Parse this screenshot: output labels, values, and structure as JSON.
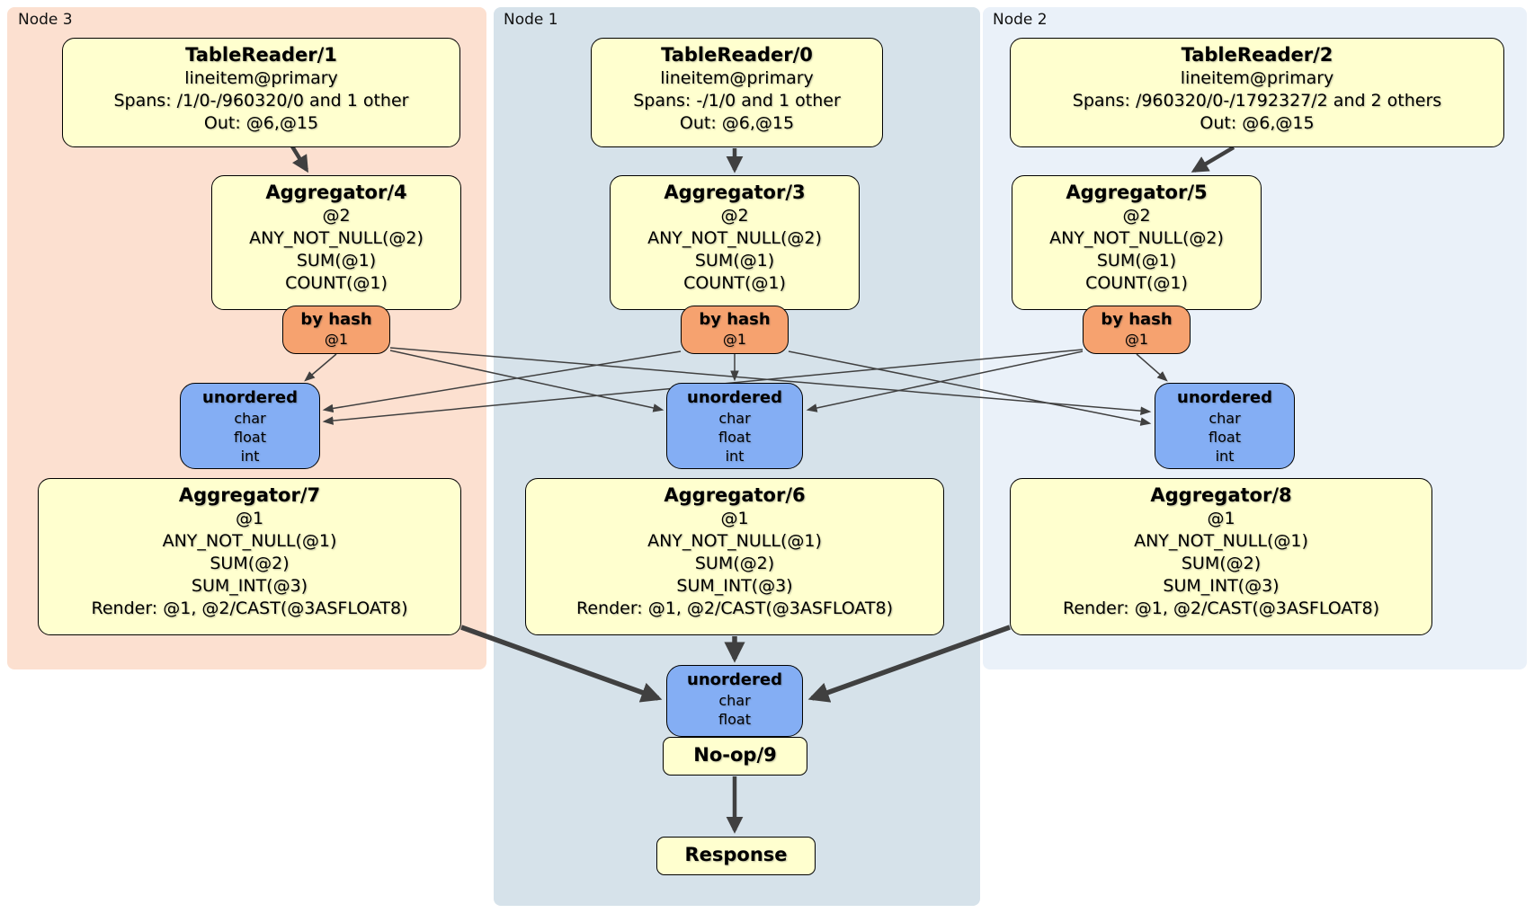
{
  "colors": {
    "node3_bg": "#fce0d0",
    "node1_bg": "#d6e2ea",
    "node2_bg": "#eaf1f9",
    "box_yellow": "#ffffcf",
    "router_orange": "#f6a26f",
    "sync_blue": "#84aef4",
    "edge": "#404040"
  },
  "node3": {
    "label": "Node 3",
    "table_reader": {
      "title": "TableReader/1",
      "index": "lineitem@primary",
      "spans": "Spans: /1/0-/960320/0 and 1 other",
      "out": "Out: @6,@15"
    },
    "aggregator_top": {
      "title": "Aggregator/4",
      "lines": [
        "@2",
        "ANY_NOT_NULL(@2)",
        "SUM(@1)",
        "COUNT(@1)"
      ]
    },
    "router": {
      "title": "by hash",
      "detail": "@1"
    },
    "sync": {
      "title": "unordered",
      "lines": [
        "char",
        "float",
        "int"
      ]
    },
    "aggregator_bottom": {
      "title": "Aggregator/7",
      "lines": [
        "@1",
        "ANY_NOT_NULL(@1)",
        "SUM(@2)",
        "SUM_INT(@3)",
        "Render: @1, @2/CAST(@3ASFLOAT8)"
      ]
    }
  },
  "node1": {
    "label": "Node 1",
    "table_reader": {
      "title": "TableReader/0",
      "index": "lineitem@primary",
      "spans": "Spans: -/1/0 and 1 other",
      "out": "Out: @6,@15"
    },
    "aggregator_top": {
      "title": "Aggregator/3",
      "lines": [
        "@2",
        "ANY_NOT_NULL(@2)",
        "SUM(@1)",
        "COUNT(@1)"
      ]
    },
    "router": {
      "title": "by hash",
      "detail": "@1"
    },
    "sync": {
      "title": "unordered",
      "lines": [
        "char",
        "float",
        "int"
      ]
    },
    "aggregator_bottom": {
      "title": "Aggregator/6",
      "lines": [
        "@1",
        "ANY_NOT_NULL(@1)",
        "SUM(@2)",
        "SUM_INT(@3)",
        "Render: @1, @2/CAST(@3ASFLOAT8)"
      ]
    }
  },
  "node2": {
    "label": "Node 2",
    "table_reader": {
      "title": "TableReader/2",
      "index": "lineitem@primary",
      "spans": "Spans: /960320/0-/1792327/2 and 2 others",
      "out": "Out: @6,@15"
    },
    "aggregator_top": {
      "title": "Aggregator/5",
      "lines": [
        "@2",
        "ANY_NOT_NULL(@2)",
        "SUM(@1)",
        "COUNT(@1)"
      ]
    },
    "router": {
      "title": "by hash",
      "detail": "@1"
    },
    "sync": {
      "title": "unordered",
      "lines": [
        "char",
        "float",
        "int"
      ]
    },
    "aggregator_bottom": {
      "title": "Aggregator/8",
      "lines": [
        "@1",
        "ANY_NOT_NULL(@1)",
        "SUM(@2)",
        "SUM_INT(@3)",
        "Render: @1, @2/CAST(@3ASFLOAT8)"
      ]
    }
  },
  "final": {
    "sync": {
      "title": "unordered",
      "lines": [
        "char",
        "float"
      ]
    },
    "noop": {
      "title": "No-op/9"
    },
    "response": {
      "title": "Response"
    }
  }
}
